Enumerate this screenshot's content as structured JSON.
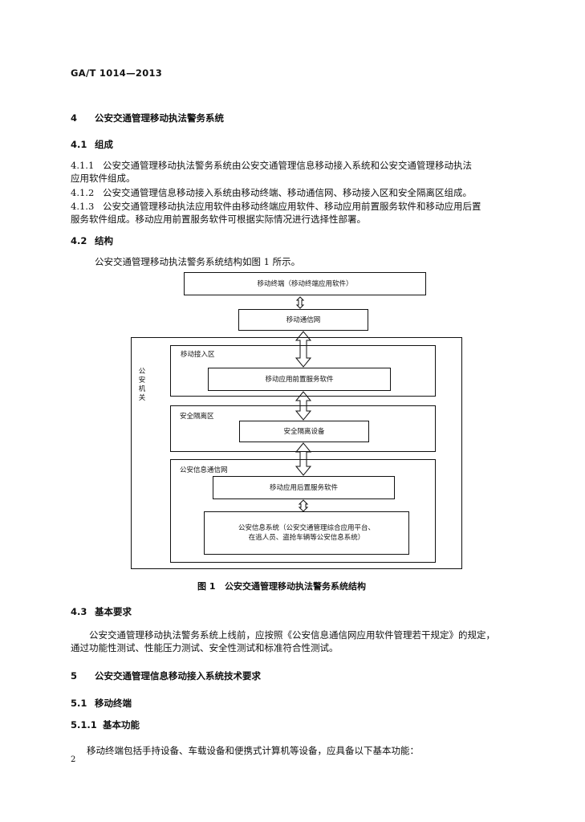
{
  "header": {
    "standard_id": "GA/T 1014—2013"
  },
  "sec4": {
    "num": "4",
    "title": "公安交通管理移动执法警务系统",
    "s41": {
      "num": "4.1",
      "title": "组成"
    },
    "p411": {
      "num": "4.1.1",
      "line1": "公安交通管理移动执法警务系统由公安交通管理信息移动接入系统和公安交通管理移动执法",
      "line2": "应用软件组成。"
    },
    "p412": {
      "num": "4.1.2",
      "text": "公安交通管理信息移动接入系统由移动终端、移动通信网、移动接入区和安全隔离区组成。"
    },
    "p413": {
      "num": "4.1.3",
      "line1": "公安交通管理移动执法应用软件由移动终端应用软件、移动应用前置服务软件和移动应用后置",
      "line2": "服务软件组成。移动应用前置服务软件可根据实际情况进行选择性部署。"
    },
    "s42": {
      "num": "4.2",
      "title": "结构"
    },
    "p42": "公安交通管理移动执法警务系统结构如图 1 所示。"
  },
  "figure": {
    "terminal": "移动终端（移动终端应用软件）",
    "mobile_net": "移动通信网",
    "police_label": [
      "公",
      "安",
      "机",
      "关"
    ],
    "access_zone": "移动接入区",
    "front_service": "移动应用前置服务软件",
    "security_zone": "安全隔离区",
    "security_device": "安全隔离设备",
    "info_net": "公安信息通信网",
    "back_service": "移动应用后置服务软件",
    "info_system_l1": "公安信息系统（公安交通管理综合应用平台、",
    "info_system_l2": "在逃人员、盗抢车辆等公安信息系统）",
    "caption_num": "图 1",
    "caption": "公安交通管理移动执法警务系统结构"
  },
  "s43": {
    "num": "4.3",
    "title": "基本要求",
    "line1": "公安交通管理移动执法警务系统上线前，应按照《公安信息通信网应用软件管理若干规定》的规定，",
    "line2": "通过功能性测试、性能压力测试、安全性测试和标准符合性测试。"
  },
  "sec5": {
    "num": "5",
    "title": "公安交通管理信息移动接入系统技术要求",
    "s51": {
      "num": "5.1",
      "title": "移动终端"
    },
    "s511": {
      "num": "5.1.1",
      "title": "基本功能"
    },
    "p511": "移动终端包括手持设备、车载设备和便携式计算机等设备，应具备以下基本功能："
  },
  "footer": {
    "page_number": "2"
  }
}
